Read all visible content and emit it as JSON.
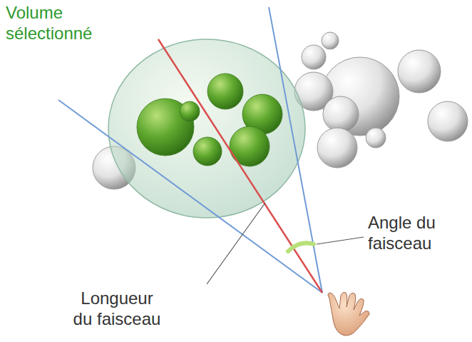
{
  "diagram": {
    "labels": [
      "Volume sélectionné",
      "Angle du faisceau",
      "Longueur du faisceau"
    ]
  }
}
